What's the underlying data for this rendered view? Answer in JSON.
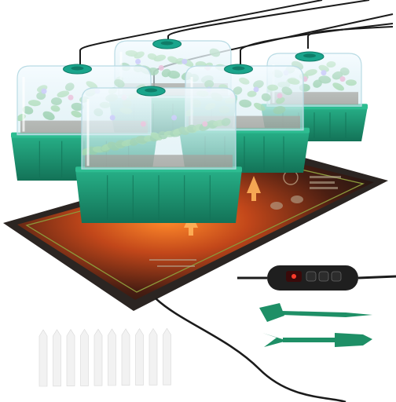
{
  "product": {
    "tray_count": 5,
    "plant_label_count": 10,
    "accessories": [
      "scoop-tool",
      "fork-shovel-tool"
    ]
  },
  "colors": {
    "background": "#ffffff",
    "mat_border": "#2b2522",
    "mat_glow": "#e2591b",
    "mat_edge_line": "#8c9a3c",
    "tray_green": "#1f9d77",
    "tray_dark": "#137257",
    "dome_clear": "#dff1f6",
    "vent_teal": "#1aa58c",
    "tool_green": "#1e8f66",
    "cable": "#1b1b1b",
    "arrow_orange": "#ffb35a",
    "foliage": "#3aa043",
    "flower_pink": "#ff5aa0",
    "flower_purple": "#8a63ff",
    "label_white": "#f2f2f2"
  },
  "icons": [
    "heat-arrow-icon",
    "thermostat-controller-icon",
    "vent-cap-icon"
  ]
}
